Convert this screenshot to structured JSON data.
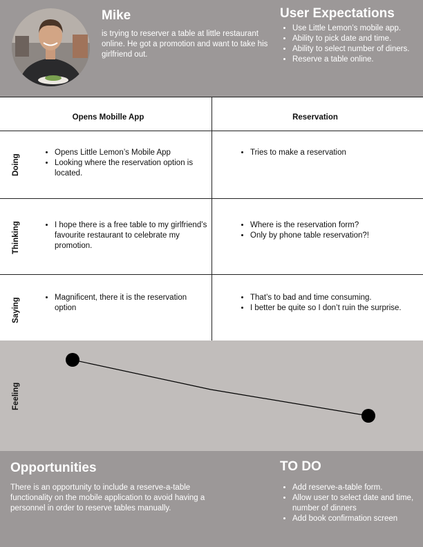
{
  "persona": {
    "name": "Mike",
    "description": "is trying to reserver a table at little restaurant online. He got a promotion and want to take his girlfriend out."
  },
  "expectations": {
    "title": "User Expectations",
    "items": [
      "Use Little Lemon’s mobile app.",
      "Ability to pick date and time.",
      "Ability to select number of diners.",
      "Reserve a table online."
    ]
  },
  "journey": {
    "columns": [
      "Opens Mobille App",
      "Reservation"
    ],
    "rows": [
      {
        "label": "Doing",
        "cells": [
          [
            "Opens Little Lemon’s Mobile App",
            "Looking where the reservation option is located."
          ],
          [
            "Tries to make a reservation"
          ]
        ]
      },
      {
        "label": "Thinking",
        "cells": [
          [
            "I hope there is a free table to my girlfriend’s favourite restaurant to celebrate my promotion."
          ],
          [
            "Where is the reservation form?",
            "Only by phone table reservation?!"
          ]
        ]
      },
      {
        "label": "Saying",
        "cells": [
          [
            "Magnificent, there it is the reservation option"
          ],
          [
            "That’s to bad and time consuming.",
            "I better be quite so I don’t ruin the surprise."
          ]
        ]
      }
    ]
  },
  "feeling": {
    "label": "Feeling",
    "trend": "decreasing",
    "color": "#000000"
  },
  "opportunities": {
    "title": "Opportunities",
    "text": "There is an opportunity to include a reserve-a-table functionality on the mobile application to avoid having a personnel in order to reserve tables manually."
  },
  "todo": {
    "title": "TO DO",
    "items": [
      "Add reserve-a-table form.",
      "Allow user to select date and time, number of dinners",
      "Add book confirmation screen"
    ]
  }
}
